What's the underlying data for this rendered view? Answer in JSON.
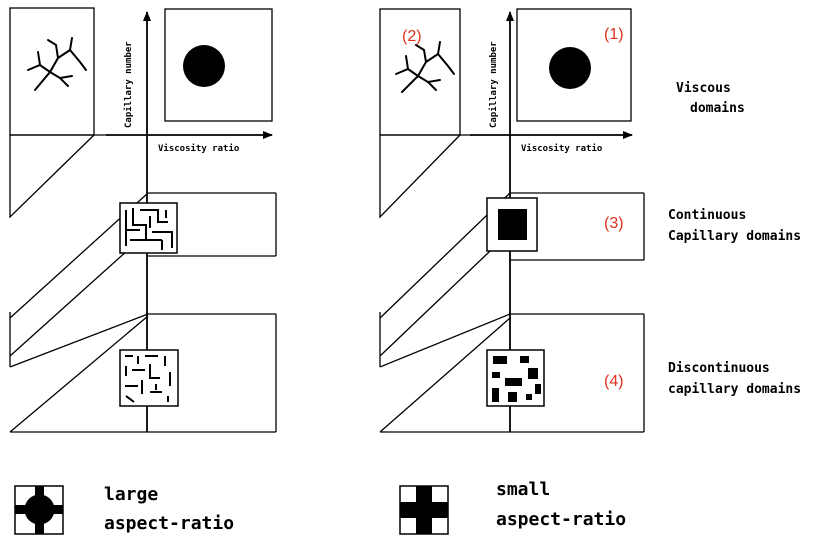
{
  "axes": {
    "y_label": "Capillary number",
    "x_label": "Viscosity ratio"
  },
  "domain_numbers": {
    "n1": "(1)",
    "n2": "(2)",
    "n3": "(3)",
    "n4": "(4)"
  },
  "domain_labels": {
    "viscous_line1": "Viscous",
    "viscous_line2": "domains",
    "continuous_line1": "Continuous",
    "continuous_line2": "Capillary domains",
    "discontinuous_line1": "Discontinuous",
    "discontinuous_line2": "capillary domains"
  },
  "legend": {
    "large_line1": "large",
    "large_line2": "aspect-ratio",
    "small_line1": "small",
    "small_line2": "aspect-ratio"
  },
  "colors": {
    "ink": "#000000",
    "annotation": "#e0301e",
    "background": "#ffffff"
  }
}
